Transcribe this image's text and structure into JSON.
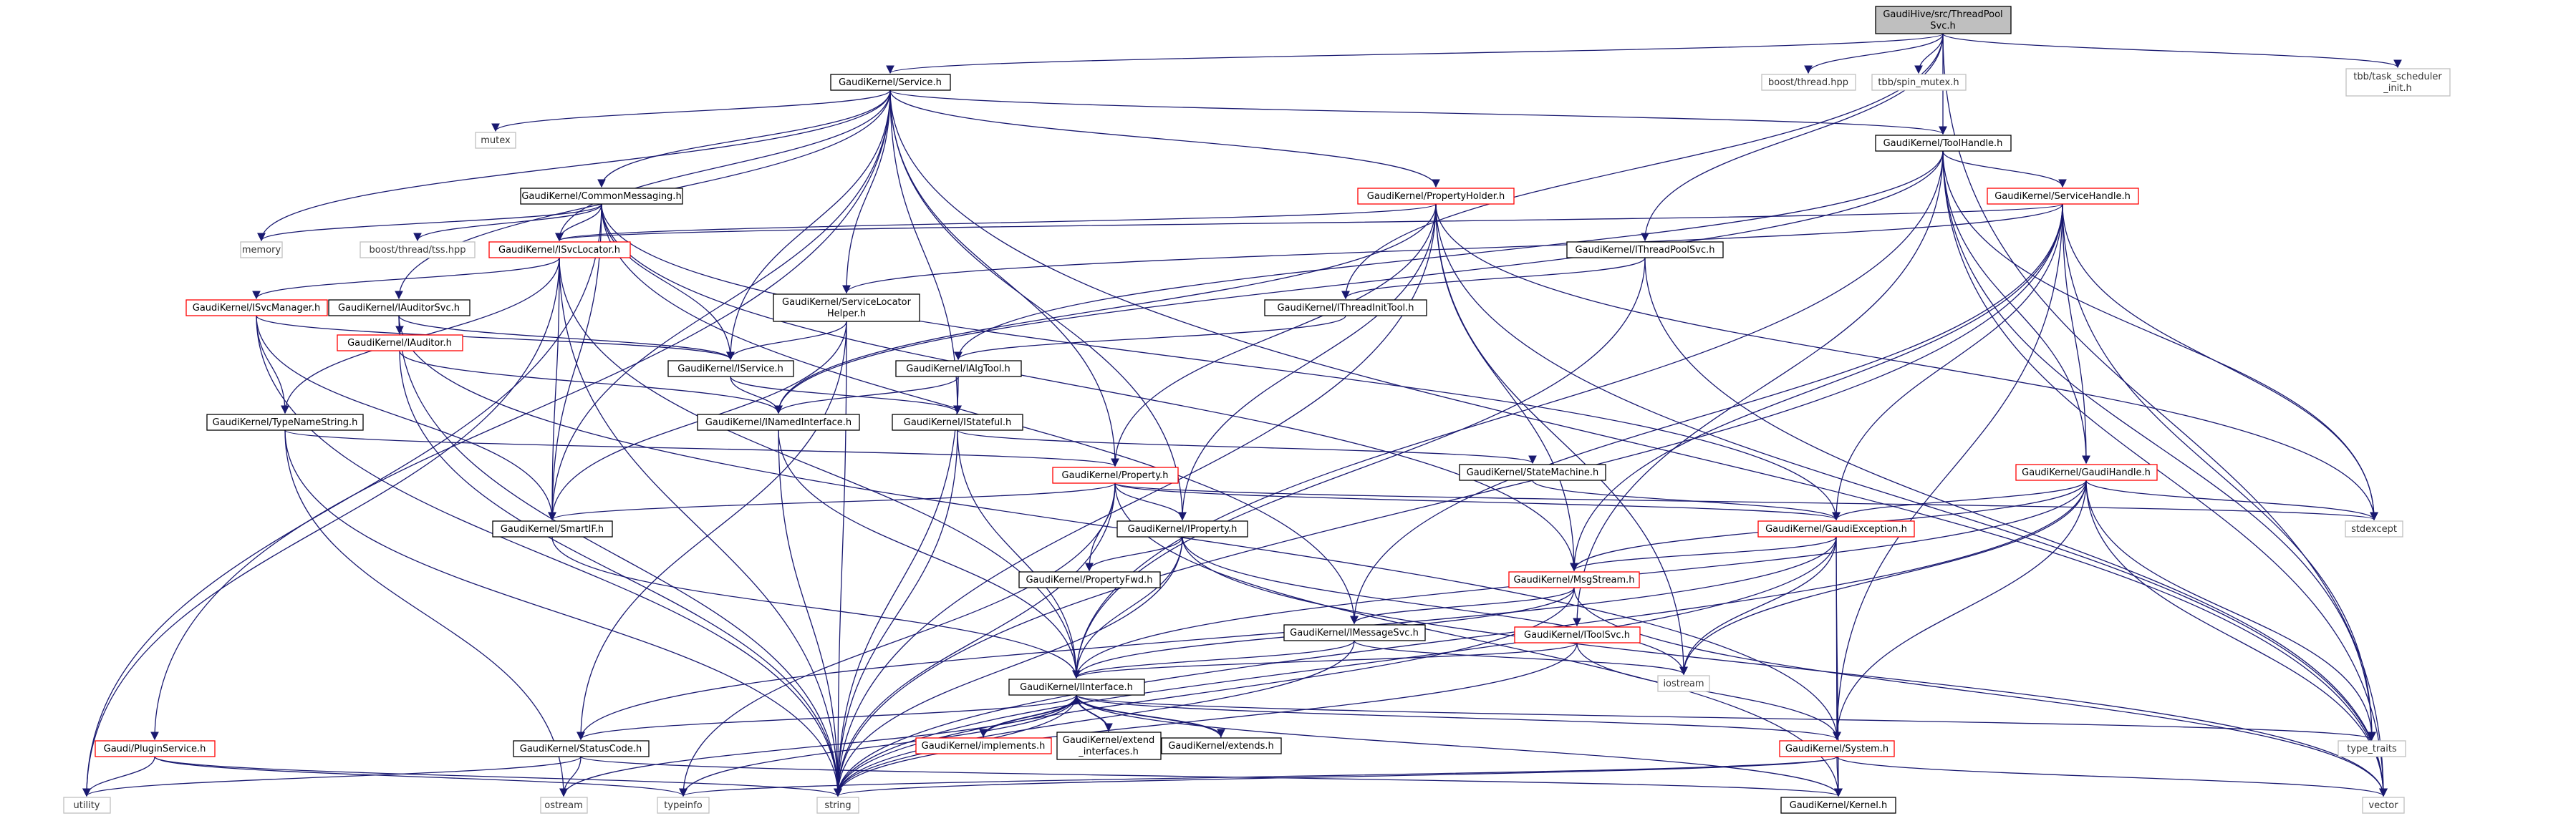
{
  "graph": {
    "direction": "top-to-bottom",
    "edge_color": "#191970",
    "node_styles": {
      "dark": {
        "fill": "#bfbfbf",
        "border": "#000000"
      },
      "plain": {
        "fill": "#ffffff",
        "border": "#000000"
      },
      "link": {
        "fill": "#ffffff",
        "border": "#ff0000"
      },
      "ext": {
        "fill": "#ffffff",
        "border": "#bfbfbf"
      }
    },
    "nodes": [
      {
        "id": "threadpoolsvc",
        "style": "dark",
        "label": [
          "GaudiHive/src/ThreadPool",
          "Svc.h"
        ]
      },
      {
        "id": "service",
        "style": "plain",
        "label": [
          "GaudiKernel/Service.h"
        ]
      },
      {
        "id": "boost_thread",
        "style": "ext",
        "label": [
          "boost/thread.hpp"
        ]
      },
      {
        "id": "tbb_spin",
        "style": "ext",
        "label": [
          "tbb/spin_mutex.h"
        ]
      },
      {
        "id": "tbb_task",
        "style": "ext",
        "label": [
          "tbb/task_scheduler",
          "_init.h"
        ]
      },
      {
        "id": "mutex",
        "style": "ext",
        "label": [
          "mutex"
        ]
      },
      {
        "id": "toolhandle",
        "style": "plain",
        "label": [
          "GaudiKernel/ToolHandle.h"
        ]
      },
      {
        "id": "commonmessaging",
        "style": "plain",
        "label": [
          "GaudiKernel/CommonMessaging.h"
        ]
      },
      {
        "id": "propertyholder",
        "style": "link",
        "label": [
          "GaudiKernel/PropertyHolder.h"
        ]
      },
      {
        "id": "servicehandle",
        "style": "link",
        "label": [
          "GaudiKernel/ServiceHandle.h"
        ]
      },
      {
        "id": "memory",
        "style": "ext",
        "label": [
          "memory"
        ]
      },
      {
        "id": "boost_tss",
        "style": "ext",
        "label": [
          "boost/thread/tss.hpp"
        ]
      },
      {
        "id": "isvclocator",
        "style": "link",
        "label": [
          "GaudiKernel/ISvcLocator.h"
        ]
      },
      {
        "id": "ithreadpoolsvc",
        "style": "plain",
        "label": [
          "GaudiKernel/IThreadPoolSvc.h"
        ]
      },
      {
        "id": "servicelocatorhelper",
        "style": "plain",
        "label": [
          "GaudiKernel/ServiceLocator",
          "Helper.h"
        ]
      },
      {
        "id": "isvcmanager",
        "style": "link",
        "label": [
          "GaudiKernel/ISvcManager.h"
        ]
      },
      {
        "id": "iauditorsvc",
        "style": "plain",
        "label": [
          "GaudiKernel/IAuditorSvc.h"
        ]
      },
      {
        "id": "ithreadinittool",
        "style": "plain",
        "label": [
          "GaudiKernel/IThreadInitTool.h"
        ]
      },
      {
        "id": "iauditor",
        "style": "link",
        "label": [
          "GaudiKernel/IAuditor.h"
        ]
      },
      {
        "id": "iservice",
        "style": "plain",
        "label": [
          "GaudiKernel/IService.h"
        ]
      },
      {
        "id": "ialgtool",
        "style": "plain",
        "label": [
          "GaudiKernel/IAlgTool.h"
        ]
      },
      {
        "id": "typenamestring",
        "style": "plain",
        "label": [
          "GaudiKernel/TypeNameString.h"
        ]
      },
      {
        "id": "inamedinterface",
        "style": "plain",
        "label": [
          "GaudiKernel/INamedInterface.h"
        ]
      },
      {
        "id": "istateful",
        "style": "plain",
        "label": [
          "GaudiKernel/IStateful.h"
        ]
      },
      {
        "id": "statemachine",
        "style": "plain",
        "label": [
          "GaudiKernel/StateMachine.h"
        ]
      },
      {
        "id": "gaudihandle",
        "style": "link",
        "label": [
          "GaudiKernel/GaudiHandle.h"
        ]
      },
      {
        "id": "property",
        "style": "link",
        "label": [
          "GaudiKernel/Property.h"
        ]
      },
      {
        "id": "smartif",
        "style": "plain",
        "label": [
          "GaudiKernel/SmartIF.h"
        ]
      },
      {
        "id": "iproperty",
        "style": "plain",
        "label": [
          "GaudiKernel/IProperty.h"
        ]
      },
      {
        "id": "gaudiexception",
        "style": "link",
        "label": [
          "GaudiKernel/GaudiException.h"
        ]
      },
      {
        "id": "stdexcept",
        "style": "ext",
        "label": [
          "stdexcept"
        ]
      },
      {
        "id": "propertyfwd",
        "style": "plain",
        "label": [
          "GaudiKernel/PropertyFwd.h"
        ]
      },
      {
        "id": "msgstream",
        "style": "link",
        "label": [
          "GaudiKernel/MsgStream.h"
        ]
      },
      {
        "id": "imessagesvc",
        "style": "plain",
        "label": [
          "GaudiKernel/IMessageSvc.h"
        ]
      },
      {
        "id": "itoolsvc",
        "style": "link",
        "label": [
          "GaudiKernel/IToolSvc.h"
        ]
      },
      {
        "id": "iostream",
        "style": "ext",
        "label": [
          "iostream"
        ]
      },
      {
        "id": "iinterface",
        "style": "plain",
        "label": [
          "GaudiKernel/IInterface.h"
        ]
      },
      {
        "id": "implements",
        "style": "link",
        "label": [
          "GaudiKernel/implements.h"
        ]
      },
      {
        "id": "extend_interfaces",
        "style": "plain",
        "label": [
          "GaudiKernel/extend",
          "_interfaces.h"
        ]
      },
      {
        "id": "extends",
        "style": "plain",
        "label": [
          "GaudiKernel/extends.h"
        ]
      },
      {
        "id": "pluginservice",
        "style": "link",
        "label": [
          "Gaudi/PluginService.h"
        ]
      },
      {
        "id": "statuscode",
        "style": "plain",
        "label": [
          "GaudiKernel/StatusCode.h"
        ]
      },
      {
        "id": "system",
        "style": "link",
        "label": [
          "GaudiKernel/System.h"
        ]
      },
      {
        "id": "type_traits",
        "style": "ext",
        "label": [
          "type_traits"
        ]
      },
      {
        "id": "utility",
        "style": "ext",
        "label": [
          "utility"
        ]
      },
      {
        "id": "ostream",
        "style": "ext",
        "label": [
          "ostream"
        ]
      },
      {
        "id": "typeinfo",
        "style": "ext",
        "label": [
          "typeinfo"
        ]
      },
      {
        "id": "string",
        "style": "ext",
        "label": [
          "string"
        ]
      },
      {
        "id": "kernel",
        "style": "plain",
        "label": [
          "GaudiKernel/Kernel.h"
        ]
      },
      {
        "id": "vector",
        "style": "ext",
        "label": [
          "vector"
        ]
      }
    ],
    "edges": [
      [
        "threadpoolsvc",
        "service"
      ],
      [
        "threadpoolsvc",
        "boost_thread"
      ],
      [
        "threadpoolsvc",
        "tbb_spin"
      ],
      [
        "threadpoolsvc",
        "tbb_task"
      ],
      [
        "threadpoolsvc",
        "toolhandle"
      ],
      [
        "threadpoolsvc",
        "ithreadpoolsvc"
      ],
      [
        "threadpoolsvc",
        "ithreadinittool"
      ],
      [
        "threadpoolsvc",
        "vector"
      ],
      [
        "service",
        "mutex"
      ],
      [
        "service",
        "toolhandle"
      ],
      [
        "service",
        "commonmessaging"
      ],
      [
        "service",
        "propertyholder"
      ],
      [
        "service",
        "memory"
      ],
      [
        "service",
        "isvclocator"
      ],
      [
        "service",
        "servicelocatorhelper"
      ],
      [
        "service",
        "iauditorsvc"
      ],
      [
        "service",
        "iservice"
      ],
      [
        "service",
        "istateful"
      ],
      [
        "service",
        "property"
      ],
      [
        "service",
        "iproperty"
      ],
      [
        "service",
        "smartif"
      ],
      [
        "service",
        "pluginservice"
      ],
      [
        "service",
        "vector"
      ],
      [
        "toolhandle",
        "servicehandle"
      ],
      [
        "toolhandle",
        "ialgtool"
      ],
      [
        "toolhandle",
        "gaudihandle"
      ],
      [
        "toolhandle",
        "itoolsvc"
      ],
      [
        "toolhandle",
        "inamedinterface"
      ],
      [
        "toolhandle",
        "iinterface"
      ],
      [
        "toolhandle",
        "stdexcept"
      ],
      [
        "toolhandle",
        "type_traits"
      ],
      [
        "toolhandle",
        "vector"
      ],
      [
        "commonmessaging",
        "memory"
      ],
      [
        "commonmessaging",
        "boost_tss"
      ],
      [
        "commonmessaging",
        "isvclocator"
      ],
      [
        "commonmessaging",
        "iservice"
      ],
      [
        "commonmessaging",
        "smartif"
      ],
      [
        "commonmessaging",
        "imessagesvc"
      ],
      [
        "commonmessaging",
        "msgstream"
      ],
      [
        "commonmessaging",
        "gaudiexception"
      ],
      [
        "commonmessaging",
        "utility"
      ],
      [
        "propertyholder",
        "isvclocator"
      ],
      [
        "propertyholder",
        "inamedinterface"
      ],
      [
        "propertyholder",
        "property"
      ],
      [
        "propertyholder",
        "iproperty"
      ],
      [
        "propertyholder",
        "msgstream"
      ],
      [
        "propertyholder",
        "iostream"
      ],
      [
        "propertyholder",
        "string"
      ],
      [
        "propertyholder",
        "vector"
      ],
      [
        "propertyholder",
        "stdexcept"
      ],
      [
        "servicehandle",
        "servicelocatorhelper"
      ],
      [
        "servicehandle",
        "gaudihandle"
      ],
      [
        "servicehandle",
        "msgstream"
      ],
      [
        "servicehandle",
        "gaudiexception"
      ],
      [
        "servicehandle",
        "imessagesvc"
      ],
      [
        "servicehandle",
        "system"
      ],
      [
        "servicehandle",
        "string"
      ],
      [
        "servicehandle",
        "stdexcept"
      ],
      [
        "servicehandle",
        "type_traits"
      ],
      [
        "servicehandle",
        "isvclocator"
      ],
      [
        "isvclocator",
        "isvcmanager"
      ],
      [
        "isvclocator",
        "typenamestring"
      ],
      [
        "isvclocator",
        "iinterface"
      ],
      [
        "isvclocator",
        "smartif"
      ],
      [
        "isvclocator",
        "string"
      ],
      [
        "isvclocator",
        "utility"
      ],
      [
        "ithreadpoolsvc",
        "ithreadinittool"
      ],
      [
        "ithreadpoolsvc",
        "iinterface"
      ],
      [
        "ithreadpoolsvc",
        "vector"
      ],
      [
        "servicelocatorhelper",
        "iservice"
      ],
      [
        "servicelocatorhelper",
        "smartif"
      ],
      [
        "servicelocatorhelper",
        "statuscode"
      ],
      [
        "servicelocatorhelper",
        "string"
      ],
      [
        "isvcmanager",
        "iservice"
      ],
      [
        "isvcmanager",
        "typenamestring"
      ],
      [
        "isvcmanager",
        "smartif"
      ],
      [
        "isvcmanager",
        "string"
      ],
      [
        "iauditorsvc",
        "iauditor"
      ],
      [
        "iauditorsvc",
        "iservice"
      ],
      [
        "iauditorsvc",
        "system"
      ],
      [
        "iauditorsvc",
        "string"
      ],
      [
        "ithreadinittool",
        "ialgtool"
      ],
      [
        "iauditor",
        "inamedinterface"
      ],
      [
        "iauditor",
        "string"
      ],
      [
        "iservice",
        "inamedinterface"
      ],
      [
        "iservice",
        "istateful"
      ],
      [
        "ialgtool",
        "inamedinterface"
      ],
      [
        "ialgtool",
        "istateful"
      ],
      [
        "ialgtool",
        "string"
      ],
      [
        "typenamestring",
        "property"
      ],
      [
        "typenamestring",
        "string"
      ],
      [
        "typenamestring",
        "ostream"
      ],
      [
        "inamedinterface",
        "iinterface"
      ],
      [
        "inamedinterface",
        "string"
      ],
      [
        "istateful",
        "statemachine"
      ],
      [
        "istateful",
        "iinterface"
      ],
      [
        "istateful",
        "string"
      ],
      [
        "statemachine",
        "gaudiexception"
      ],
      [
        "gaudihandle",
        "gaudiexception"
      ],
      [
        "gaudihandle",
        "msgstream"
      ],
      [
        "gaudihandle",
        "iinterface"
      ],
      [
        "gaudihandle",
        "system"
      ],
      [
        "gaudihandle",
        "stdexcept"
      ],
      [
        "gaudihandle",
        "string"
      ],
      [
        "gaudihandle",
        "type_traits"
      ],
      [
        "gaudihandle",
        "vector"
      ],
      [
        "gaudihandle",
        "iostream"
      ],
      [
        "property",
        "smartif"
      ],
      [
        "property",
        "iproperty"
      ],
      [
        "property",
        "propertyfwd"
      ],
      [
        "property",
        "gaudiexception"
      ],
      [
        "property",
        "kernel"
      ],
      [
        "property",
        "string"
      ],
      [
        "property",
        "typeinfo"
      ],
      [
        "property",
        "stdexcept"
      ],
      [
        "smartif",
        "iinterface"
      ],
      [
        "iproperty",
        "iinterface"
      ],
      [
        "iproperty",
        "propertyfwd"
      ],
      [
        "iproperty",
        "string"
      ],
      [
        "iproperty",
        "vector"
      ],
      [
        "iproperty",
        "iostream"
      ],
      [
        "gaudiexception",
        "msgstream"
      ],
      [
        "gaudiexception",
        "system"
      ],
      [
        "gaudiexception",
        "kernel"
      ],
      [
        "gaudiexception",
        "string"
      ],
      [
        "gaudiexception",
        "iostream"
      ],
      [
        "gaudiexception",
        "statuscode"
      ],
      [
        "msgstream",
        "imessagesvc"
      ],
      [
        "msgstream",
        "iinterface"
      ],
      [
        "msgstream",
        "string"
      ],
      [
        "msgstream",
        "vector"
      ],
      [
        "imessagesvc",
        "iinterface"
      ],
      [
        "imessagesvc",
        "string"
      ],
      [
        "imessagesvc",
        "iostream"
      ],
      [
        "itoolsvc",
        "iinterface"
      ],
      [
        "itoolsvc",
        "system"
      ],
      [
        "itoolsvc",
        "string"
      ],
      [
        "iinterface",
        "implements"
      ],
      [
        "iinterface",
        "extend_interfaces"
      ],
      [
        "iinterface",
        "extends"
      ],
      [
        "iinterface",
        "statuscode"
      ],
      [
        "iinterface",
        "system"
      ],
      [
        "iinterface",
        "kernel"
      ],
      [
        "iinterface",
        "type_traits"
      ],
      [
        "iinterface",
        "ostream"
      ],
      [
        "iinterface",
        "typeinfo"
      ],
      [
        "iinterface",
        "string"
      ],
      [
        "implements",
        "iinterface"
      ],
      [
        "extend_interfaces",
        "iinterface"
      ],
      [
        "extends",
        "iinterface"
      ],
      [
        "pluginservice",
        "string"
      ],
      [
        "pluginservice",
        "typeinfo"
      ],
      [
        "pluginservice",
        "utility"
      ],
      [
        "statuscode",
        "ostream"
      ],
      [
        "statuscode",
        "utility"
      ],
      [
        "statuscode",
        "kernel"
      ],
      [
        "system",
        "kernel"
      ],
      [
        "system",
        "string"
      ],
      [
        "system",
        "vector"
      ],
      [
        "system",
        "typeinfo"
      ]
    ]
  }
}
